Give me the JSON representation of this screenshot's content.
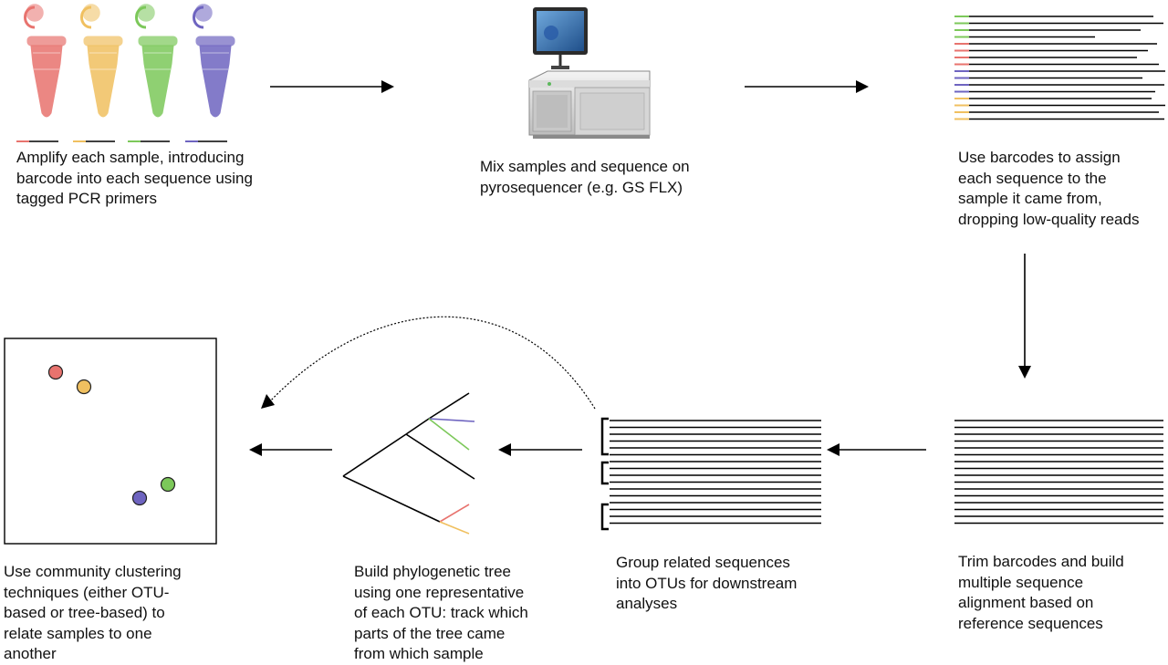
{
  "steps": [
    {
      "id": "amplify",
      "caption": "Amplify each sample, introducing\nbarcode into each sequence using\ntagged PCR primers"
    },
    {
      "id": "sequence",
      "caption": "Mix samples and sequence on\npyrosequencer (e.g. GS FLX)"
    },
    {
      "id": "assign",
      "caption": "Use barcodes to assign\neach sequence to the\nsample it came from,\ndropping low-quality reads"
    },
    {
      "id": "align",
      "caption": "Trim barcodes and build\nmultiple sequence\nalignment based on\nreference sequences"
    },
    {
      "id": "group",
      "caption": "Group related sequences\ninto OTUs for downstream\nanalyses"
    },
    {
      "id": "tree",
      "caption": "Build phylogenetic tree\nusing one representative\nof each OTU: track which\nparts of the tree came\nfrom which sample"
    },
    {
      "id": "cluster",
      "caption": "Use community clustering\ntechniques (either OTU-\nbased or tree-based) to\nrelate samples to one\nanother"
    }
  ],
  "sample_colors": {
    "red": "#e8736e",
    "yellow": "#f0c060",
    "green": "#7cc85a",
    "purple": "#6e64c0"
  },
  "icons": {
    "tubes": "pcr-tube-icon",
    "sequencer": "pyrosequencer-icon"
  }
}
